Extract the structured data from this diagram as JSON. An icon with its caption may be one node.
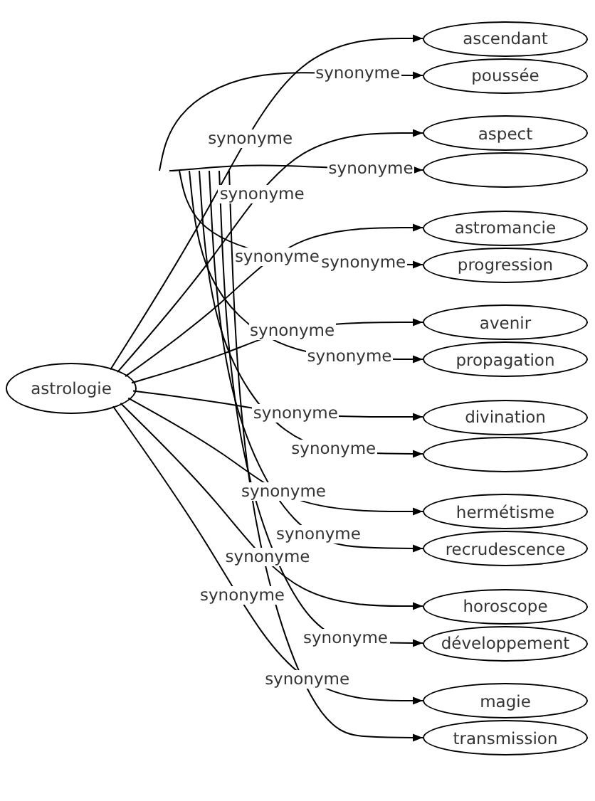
{
  "diagram": {
    "nodes": [
      {
        "text": [
          "astrologie"
        ]
      },
      {
        "text": [
          "ascendant"
        ]
      },
      {
        "text": [
          "poussée"
        ]
      },
      {
        "text": [
          "aspect"
        ]
      },
      {
        "text": [],
        "shape": "ellipse"
      },
      {
        "text": [
          "astromancie"
        ]
      },
      {
        "text": [
          "progression"
        ]
      },
      {
        "text": [
          "avenir"
        ]
      },
      {
        "text": [
          "propagation"
        ]
      },
      {
        "text": [
          "divination"
        ]
      },
      {
        "text": [],
        "shape": "ellipse"
      },
      {
        "text": [
          "hermétisme"
        ]
      },
      {
        "text": [
          "recrudescence"
        ]
      },
      {
        "text": [
          "horoscope"
        ]
      },
      {
        "text": [
          "développement"
        ]
      },
      {
        "text": [
          "magie"
        ]
      },
      {
        "text": [
          "transmission"
        ]
      }
    ],
    "edges": [
      {
        "from": 0,
        "to": 1,
        "arrow": "to",
        "label": "synonyme"
      },
      {
        "from": 0,
        "to": 3,
        "arrow": "to",
        "label": "synonyme"
      },
      {
        "from": 0,
        "to": 5,
        "arrow": "to",
        "label": "synonyme"
      },
      {
        "from": 0,
        "to": 7,
        "arrow": "to",
        "label": "synonyme"
      },
      {
        "from": 0,
        "to": 9,
        "arrow": "to",
        "label": "synonyme"
      },
      {
        "from": 0,
        "to": 11,
        "arrow": "to",
        "label": "synonyme"
      },
      {
        "from": 0,
        "to": 13,
        "arrow": "to",
        "label": "synonyme"
      },
      {
        "from": 0,
        "to": 15,
        "arrow": "to",
        "label": "synonyme"
      },
      {
        "from": null,
        "to": 2,
        "arrow": "to",
        "label": "synonyme"
      },
      {
        "from": null,
        "to": 4,
        "arrow": "to",
        "label": "synonyme"
      },
      {
        "from": null,
        "to": 6,
        "arrow": "to",
        "label": "synonyme"
      },
      {
        "from": null,
        "to": 8,
        "arrow": "to",
        "label": "synonyme"
      },
      {
        "from": null,
        "to": 10,
        "arrow": "to",
        "label": "synonyme"
      },
      {
        "from": null,
        "to": 12,
        "arrow": "to",
        "label": "synonyme"
      },
      {
        "from": null,
        "to": 14,
        "arrow": "to",
        "label": "synonyme"
      },
      {
        "from": null,
        "to": 16,
        "arrow": "to",
        "label": "synonyme"
      }
    ]
  }
}
